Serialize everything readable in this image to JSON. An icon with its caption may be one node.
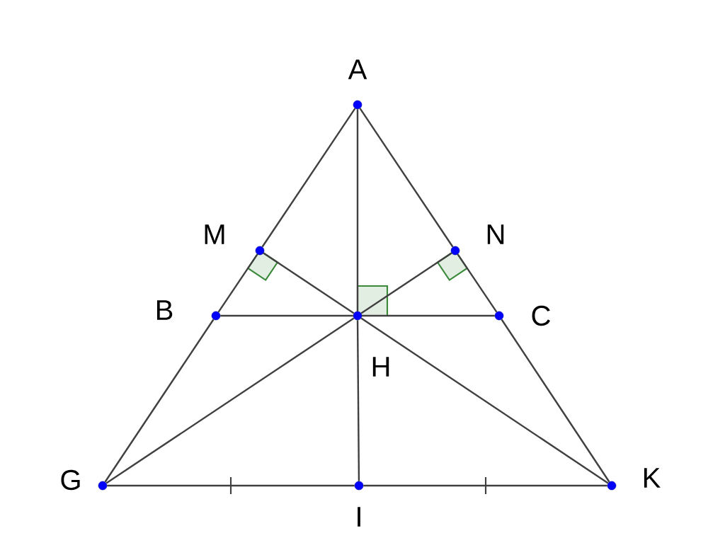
{
  "diagram": {
    "nodes": [
      {
        "text": [],
        "shape": "circle",
        "beside": [
          "A"
        ]
      },
      {
        "text": [],
        "shape": "circle",
        "beside": [
          "M"
        ]
      },
      {
        "text": [],
        "shape": "circle",
        "beside": [
          "N"
        ]
      },
      {
        "text": [],
        "shape": "circle",
        "beside": [
          "B"
        ]
      },
      {
        "text": [],
        "shape": "circle",
        "beside": [
          "H"
        ]
      },
      {
        "text": [],
        "shape": "circle",
        "beside": [
          "C"
        ]
      },
      {
        "text": [],
        "shape": "circle",
        "beside": [
          "G"
        ]
      },
      {
        "text": [],
        "shape": "circle",
        "beside": [
          "I"
        ]
      },
      {
        "text": [],
        "shape": "circle",
        "beside": [
          "K"
        ]
      }
    ],
    "edges": [
      {
        "from": 0,
        "to": 1,
        "arrow": "none"
      },
      {
        "from": 1,
        "to": 3,
        "arrow": "none"
      },
      {
        "from": 3,
        "to": 6,
        "arrow": "none"
      },
      {
        "from": 0,
        "to": 2,
        "arrow": "none"
      },
      {
        "from": 2,
        "to": 5,
        "arrow": "none"
      },
      {
        "from": 5,
        "to": 8,
        "arrow": "none"
      },
      {
        "from": 3,
        "to": 4,
        "arrow": "none"
      },
      {
        "from": 4,
        "to": 5,
        "arrow": "none"
      },
      {
        "from": 0,
        "to": 4,
        "arrow": "none"
      },
      {
        "from": 4,
        "to": 7,
        "arrow": "none"
      },
      {
        "from": 6,
        "to": 4,
        "arrow": "none"
      },
      {
        "from": 4,
        "to": 2,
        "arrow": "none"
      },
      {
        "from": 8,
        "to": 4,
        "arrow": "none"
      },
      {
        "from": 4,
        "to": 1,
        "arrow": "none"
      },
      {
        "from": 6,
        "to": 7,
        "arrow": "none"
      },
      {
        "from": 7,
        "to": 8,
        "arrow": "none"
      }
    ]
  }
}
